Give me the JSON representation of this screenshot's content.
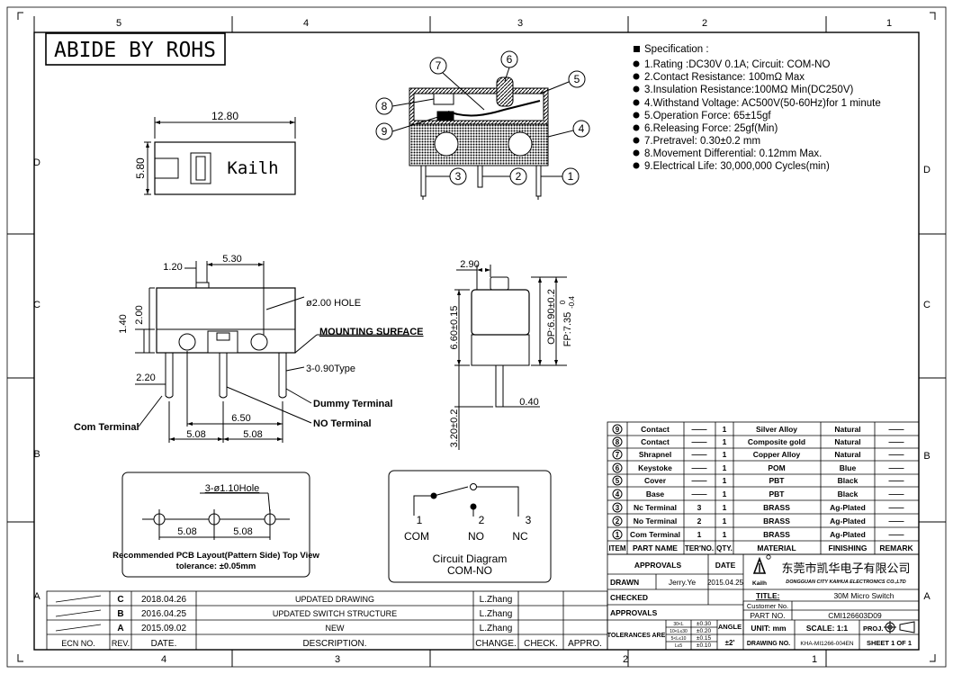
{
  "border": {
    "columns_top": [
      "5",
      "4",
      "3",
      "2",
      "1"
    ],
    "columns_bottom": [
      "4",
      "3",
      "2",
      "1"
    ],
    "rows": [
      "D",
      "C",
      "B",
      "A"
    ]
  },
  "rohs": "ABIDE BY ROHS",
  "specification": {
    "title": "Specification :",
    "items": [
      "1.Rating :DC30V  0.1A; Circuit: COM-NO",
      "2.Contact Resistance: 100mΩ  Max",
      "3.Insulation Resistance:100MΩ  Min(DC250V)",
      "4.Withstand Voltage: AC500V(50-60Hz)for 1 minute",
      "5.Operation Force: 65±15gf",
      "6.Releasing Force: 25gf(Min)",
      "7.Pretravel: 0.30±0.2 mm",
      "8.Movement Differential: 0.12mm Max.",
      "9.Electrical Life: 30,000,000 Cycles(min)"
    ]
  },
  "top_view": {
    "dim_width": "12.80",
    "dim_height": "5.80",
    "brand": "Kailh"
  },
  "section_view": {
    "callouts": [
      "1",
      "2",
      "3",
      "4",
      "5",
      "6",
      "7",
      "8",
      "9"
    ]
  },
  "front_view": {
    "dim_1_20": "1.20",
    "dim_5_30": "5.30",
    "dim_1_40": "1.40",
    "dim_2_00": "2.00",
    "dim_2_20": "2.20",
    "dim_6_50": "6.50",
    "dim_5_08_a": "5.08",
    "dim_5_08_b": "5.08",
    "hole": "ø2.00 HOLE",
    "mounting_surface": "MOUNTING SURFACE",
    "terminal_type": "3-0.90Type",
    "dummy_terminal": "Dummy Terminal",
    "no_terminal": "NO Terminal",
    "com_terminal": "Com Terminal"
  },
  "side_view": {
    "dim_2_90": "2.90",
    "dim_6_60": "6.60±0.15",
    "dim_op": "OP:6.90±0.2",
    "dim_fp": "FP:7.35",
    "fp_tol_top": "0",
    "fp_tol_bottom": "-0.4",
    "dim_3_20": "3.20±0.2",
    "dim_0_40": "0.40"
  },
  "pcb_layout": {
    "holes": "3-ø1.10Hole",
    "dim_a": "5.08",
    "dim_b": "5.08",
    "caption": "Recommended PCB Layout(Pattern Side) Top View",
    "tolerance": "tolerance: ±0.05mm"
  },
  "circuit": {
    "n1": "1",
    "n2": "2",
    "n3": "3",
    "com": "COM",
    "no": "NO",
    "nc": "NC",
    "title": "Circuit Diagram",
    "subtitle": "COM-NO"
  },
  "bom": {
    "rows": [
      {
        "item": "9",
        "name": "Contact",
        "ter": "——",
        "qty": "1",
        "material": "Silver Alloy",
        "finishing": "Natural",
        "remark": "——"
      },
      {
        "item": "8",
        "name": "Contact",
        "ter": "——",
        "qty": "1",
        "material": "Composite gold",
        "finishing": "Natural",
        "remark": "——"
      },
      {
        "item": "7",
        "name": "Shrapnel",
        "ter": "——",
        "qty": "1",
        "material": "Copper Alloy",
        "finishing": "Natural",
        "remark": "——"
      },
      {
        "item": "6",
        "name": "Keystoke",
        "ter": "——",
        "qty": "1",
        "material": "POM",
        "finishing": "Blue",
        "remark": "——"
      },
      {
        "item": "5",
        "name": "Cover",
        "ter": "——",
        "qty": "1",
        "material": "PBT",
        "finishing": "Black",
        "remark": "——"
      },
      {
        "item": "4",
        "name": "Base",
        "ter": "——",
        "qty": "1",
        "material": "PBT",
        "finishing": "Black",
        "remark": "——"
      },
      {
        "item": "3",
        "name": "Nc Terminal",
        "ter": "3",
        "qty": "1",
        "material": "BRASS",
        "finishing": "Ag-Plated",
        "remark": "——"
      },
      {
        "item": "2",
        "name": "No Terminal",
        "ter": "2",
        "qty": "1",
        "material": "BRASS",
        "finishing": "Ag-Plated",
        "remark": "——"
      },
      {
        "item": "1",
        "name": "Com Terminal",
        "ter": "1",
        "qty": "1",
        "material": "BRASS",
        "finishing": "Ag-Plated",
        "remark": "——"
      }
    ],
    "headers": {
      "item": "ITEM",
      "name": "PART NAME",
      "ter": "TER'NO.",
      "qty": "QTY.",
      "material": "MATERIAL",
      "finishing": "FINISHING",
      "remark": "REMARK"
    }
  },
  "title_block": {
    "approvals": "APPROVALS",
    "date": "DATE",
    "drawn_label": "DRAWN",
    "drawn_name": "Jerry.Ye",
    "drawn_date": "2015.04.25",
    "checked": "CHECKED",
    "approvals2": "APPROVALS",
    "tolerances": "TOLERANCES ARE",
    "tol_r1_a": "30<L",
    "tol_r1_b": "±0.30",
    "tol_r2_a": "10<L≤30",
    "tol_r2_b": "±0.20",
    "tol_r3_a": "5<L≤10",
    "tol_r3_b": "±0.15",
    "tol_r4_a": "L≤5",
    "tol_r4_b": "±0.10",
    "angle": "ANGLE",
    "angle_val": "±2'",
    "logo_text": "Kailh",
    "company_cn": "东莞市凯华电子有限公司",
    "company_en": "DONGGUAN CITY KAIHUA ELECTRONICS CO.,LTD",
    "title_label": "TITLE:",
    "title_value": "30M Micro Switch",
    "customer_no": "Customer No.",
    "part_no_label": "PART NO.",
    "part_no_value": "CMI126603D09",
    "unit": "UNIT: mm",
    "scale": "SCALE: 1:1",
    "proj": "PROJ.",
    "drawing_no_label": "DRAWING NO.",
    "drawing_no_value": "KHA-MI1266-004EN",
    "sheet": "SHEET  1 OF 1"
  },
  "revisions": {
    "rows": [
      {
        "rev": "C",
        "date": "2018.04.26",
        "desc": "UPDATED DRAWING",
        "change": "L.Zhang"
      },
      {
        "rev": "B",
        "date": "2016.04.25",
        "desc": "UPDATED SWITCH STRUCTURE",
        "change": "L.Zhang"
      },
      {
        "rev": "A",
        "date": "2015.09.02",
        "desc": "NEW",
        "change": "L.Zhang"
      }
    ],
    "headers": {
      "ecn": "ECN NO.",
      "rev": "REV.",
      "date": "DATE.",
      "desc": "DESCRIPTION.",
      "change": "CHANGE.",
      "check": "CHECK.",
      "appro": "APPRO."
    }
  }
}
